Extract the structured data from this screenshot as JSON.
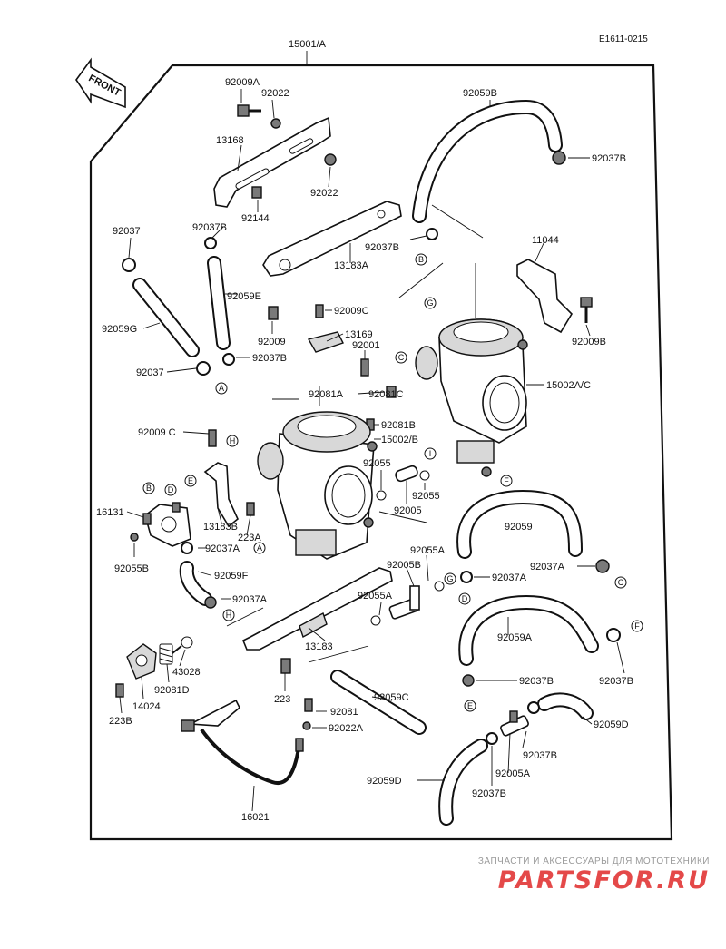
{
  "diagram_code": "E1611-0215",
  "assembly_label": "15001/A",
  "front_label": "FRONT",
  "labels": {
    "l_92009A": "92009A",
    "l_92022a": "92022",
    "l_13168": "13168",
    "l_92022b": "92022",
    "l_92144": "92144",
    "l_92037Ba": "92037B",
    "l_92037a": "92037",
    "l_13183A": "13183A",
    "l_92037Bb": "92037B",
    "l_92059B": "92059B",
    "l_92037Bc": "92037B",
    "l_11044": "11044",
    "l_92059E": "92059E",
    "l_92059G": "92059G",
    "l_92009b": "92009",
    "l_92037Bd": "92037B",
    "l_92037b": "92037",
    "l_92009C": "92009C",
    "l_13169": "13169",
    "l_92001": "92001",
    "l_92009B": "92009B",
    "l_92081A": "92081A",
    "l_92081C": "92081C",
    "l_15002AC": "15002A/C",
    "l_92081B": "92081B",
    "l_92009Cb": "92009 C",
    "l_15002B": "15002/B",
    "l_92055a": "92055",
    "l_92055b": "92055",
    "l_92005": "92005",
    "l_16131": "16131",
    "l_13183B": "13183B",
    "l_223A": "223A",
    "l_92037Aa": "92037A",
    "l_92059": "92059",
    "l_92055B": "92055B",
    "l_92059F": "92059F",
    "l_92055Aa": "92055A",
    "l_92005B": "92005B",
    "l_92037Ab": "92037A",
    "l_92037Ac": "92037A",
    "l_92037Ad": "92037A",
    "l_92055Ab": "92055A",
    "l_13183": "13183",
    "l_92059A": "92059A",
    "l_43028": "43028",
    "l_92081D": "92081D",
    "l_14024": "14024",
    "l_223B": "223B",
    "l_223": "223",
    "l_92037Be": "92037B",
    "l_92037Bf": "92037B",
    "l_92059C": "92059C",
    "l_92081": "92081",
    "l_92022A": "92022A",
    "l_92059D": "92059D",
    "l_92037Bg": "92037B",
    "l_92059Db": "92059D",
    "l_92005A": "92005A",
    "l_92037Bh": "92037B",
    "l_16021": "16021"
  },
  "refs": {
    "A": "A",
    "B": "B",
    "C": "C",
    "D": "D",
    "E": "E",
    "F": "F",
    "G": "G",
    "H": "H",
    "I": "I"
  },
  "watermark": {
    "tagline": "ЗАПЧАСТИ И АКСЕССУАРЫ ДЛЯ МОТОТЕХНИКИ",
    "logo": "PARTSFOR.RU"
  }
}
